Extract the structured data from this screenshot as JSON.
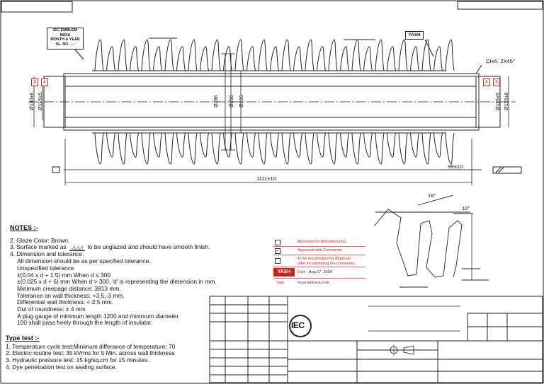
{
  "drawing": {
    "emblem_box": [
      "IEC EMBLEM",
      "INDIA",
      "MONTH & YEAR",
      "SL. NO. ...."
    ],
    "yash_box": "YASH",
    "chamfer_note": "CHA. 2X45°",
    "dims": {
      "d286": "Ø286",
      "d256": "Ø256",
      "d155": "Ø155",
      "left_outer": "Ø155±6",
      "left_inner": "Ø115±5",
      "right_inner": "Ø115±5",
      "right_outer": "Ø155±6",
      "length": "1111±10",
      "gauge": "99±10"
    },
    "balloons": {
      "left_a": "3",
      "left_b": "4",
      "right_a": "4",
      "right_b": "3"
    },
    "detail_angle_top": "18°",
    "detail_angle_right": "10°"
  },
  "notes": {
    "heading": "NOTES :-",
    "lines": [
      {
        "text": "2. Glaze Color: Brown.",
        "indent": false
      },
      {
        "text": "3. Surface marked as",
        "indent": false,
        "suffix": "to be unglazed and should have smooth finish."
      },
      {
        "text": "4. Dimension and tolerance:",
        "indent": false
      },
      {
        "text": "All dimension should be as per specified tolerance.",
        "indent": true
      },
      {
        "text": "Unspecified tolerance",
        "indent": true
      },
      {
        "text": "±(0.04 x d + 1.5) mm When d ≤ 300",
        "indent": true
      },
      {
        "text": "±(0.025 x d + 6) mm When d > 300, 'd' is representing the dimension in mm.",
        "indent": true
      },
      {
        "text": "Minimum creepage distance: 3813 mm.",
        "indent": true
      },
      {
        "text": "Tolerance on wall thickness: +3.5,-3 mm.",
        "indent": true
      },
      {
        "text": "Differential wall thickness:  < 2.5 mm.",
        "indent": true
      },
      {
        "text": "Out of roundness: ± 4 mm",
        "indent": true
      },
      {
        "text": "A plug gauge of minimum length 1200 and minimum diameter",
        "indent": true
      },
      {
        "text": "100 shall pass freely through the length of insulator.",
        "indent": true
      }
    ]
  },
  "type_test": {
    "heading": "Type test :-",
    "lines": [
      "1. Temperature cycle test:Minimum differance of temperature: 70",
      "2. Electric routine test: 35 kVrms for 5 Min. across wall thickness",
      "3. Hydraulic pressure test: 15 kg/sq.cm for 15 minutes.",
      "4. Dye penetration test on sealing surface."
    ]
  },
  "stamp": {
    "rows": [
      {
        "label": "Approved for Manufacturing.",
        "checked": false
      },
      {
        "label": "Approved with Comments.",
        "checked": true
      },
      {
        "label": "To be resubmitted for Approval",
        "label2": "after incorporating the comments.",
        "checked": false
      }
    ],
    "logo": "YASH",
    "date_label": "Date",
    "date_value": "Aug 17, 2024",
    "sign_label": "Sign",
    "sign_value": "YASH HIGHVOLTAGE"
  },
  "title_block": {
    "logo": "IEC"
  }
}
